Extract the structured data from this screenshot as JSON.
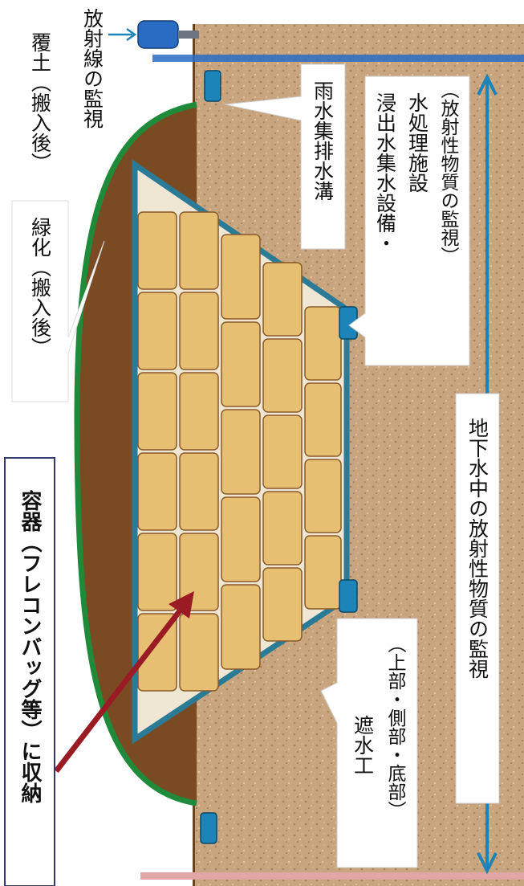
{
  "labels": {
    "container": "容器（フレコンバッグ等）に収納",
    "greening": "緑化（搬入後）",
    "cover_soil": "覆土（搬入後）",
    "radiation_monitoring": "放射線の監視",
    "rainwater_drain": "雨水集排水溝",
    "leachate_line1": "浸出水集水設備・",
    "leachate_line2": "水処理施設",
    "leachate_line3": "（放射性物質の監視）",
    "groundwater_monitoring": "地下水中の放射性物質の監視",
    "barrier_line1": "遮水工",
    "barrier_line2": "（上部・側部・底部）"
  },
  "icons": [
    "monitoring-post-icon",
    "groundwater-arrow-icon",
    "container-arrow-icon"
  ],
  "colors": {
    "soil": "#c9a883",
    "cover_soil": "#7a4a22",
    "greening": "#1f8a3a",
    "liner": "#2b7a96",
    "bag": "#e6bf73",
    "bag_edge": "#8a5a2a",
    "rain_drain": "#1c84b8",
    "monitor": "#2a6cc4",
    "arrow": "#9b1b25",
    "pipe": "#2a6cc4"
  }
}
